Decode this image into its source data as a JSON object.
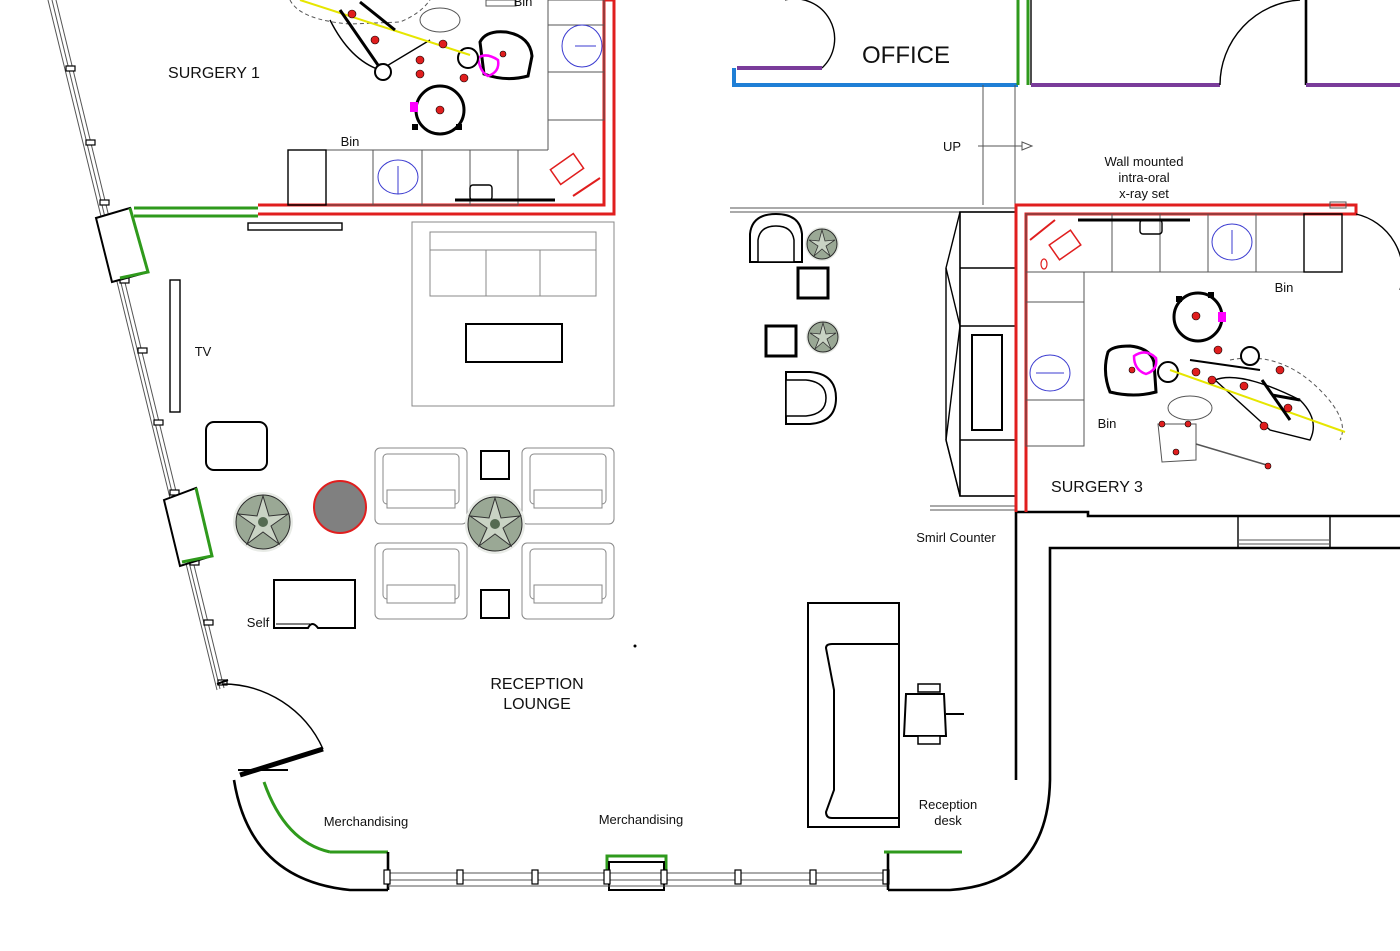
{
  "rooms": {
    "surgery1": "SURGERY 1",
    "office": "OFFICE",
    "surgery3": "SURGERY 3",
    "reception_line1": "RECEPTION",
    "reception_line2": "LOUNGE"
  },
  "labels": {
    "bin_top": "Bin",
    "bin_surgery1": "Bin",
    "bin_surgery3_right": "Bin",
    "bin_surgery3_left": "Bin",
    "up": "UP",
    "tv": "TV",
    "self": "Self",
    "xray_line1": "Wall mounted",
    "xray_line2": "intra-oral",
    "xray_line3": "x-ray set",
    "smirl_counter": "Smirl Counter",
    "reception_desk_line1": "Reception",
    "reception_desk_line2": "desk",
    "merch_left": "Merchandising",
    "merch_center": "Merchandising"
  },
  "colors": {
    "wall": "#000000",
    "surgery_partition": "#e01e1e",
    "glazing": "#2f9a1c",
    "office_wall": "#1f7fd6",
    "door_swing": "#7a3c9a",
    "chair_light": "#ff00ff",
    "operating_light_beam": "#ffff00",
    "plant": "#6f8a6a",
    "rug": "#808080"
  },
  "icons": {
    "plant": "plant-icon",
    "dental_chair": "dental-chair-icon",
    "stool": "stool-icon",
    "sink": "sink-icon",
    "armchair": "armchair-icon"
  }
}
